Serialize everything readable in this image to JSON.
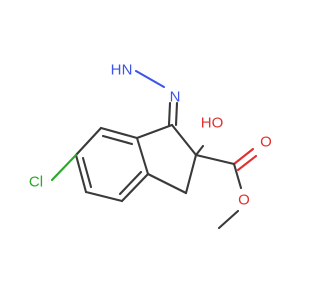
{
  "molecule": {
    "atoms": {
      "nh2_h": "H",
      "nh2_n": "N",
      "imine_n": "N",
      "hydroxyl": "HO",
      "carbonyl_o": "O",
      "ester_o": "O",
      "chlorine": "Cl"
    },
    "colors": {
      "bond": "#3a3a3a",
      "nitrogen": "#3b55e6",
      "oxygen": "#e03030",
      "chlorine": "#2aa82a"
    }
  }
}
